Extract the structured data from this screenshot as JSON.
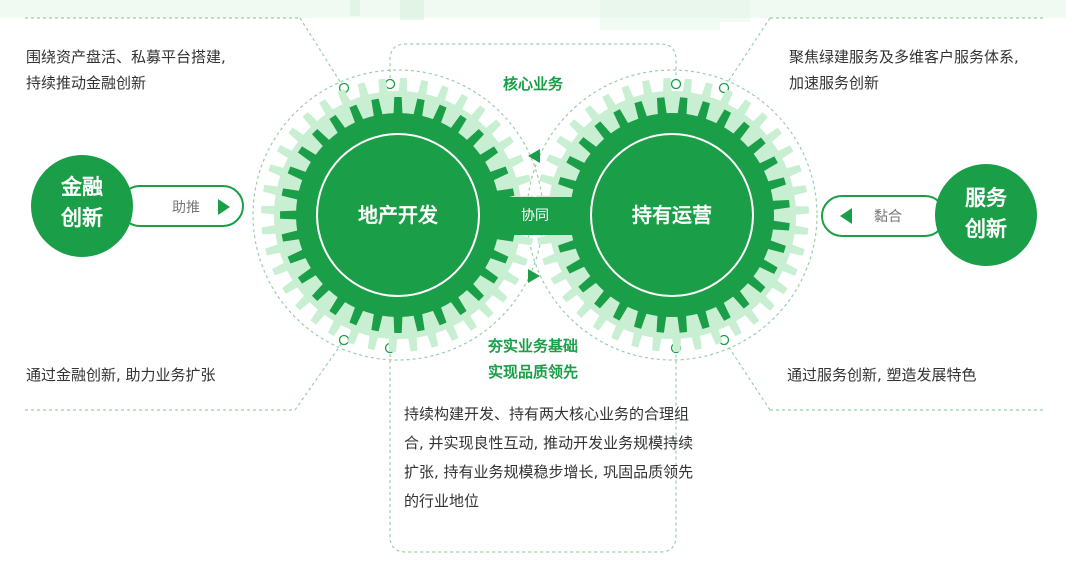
{
  "left_top_text": [
    "围绕资产盘活、私募平台搭建,",
    "持续推动金融创新"
  ],
  "left_bottom_text": "通过金融创新, 助力业务扩张",
  "right_top_text": [
    "聚焦绿建服务及多维客户服务体系,",
    "加速服务创新"
  ],
  "right_bottom_text": "通过服务创新, 塑造发展特色",
  "finance_circle": [
    "金融",
    "创新"
  ],
  "service_circle": [
    "服务",
    "创新"
  ],
  "push_label": "助推",
  "fit_label": "黏合",
  "core_business": "核心业务",
  "gear_left_label": "地产开发",
  "gear_right_label": "持有运营",
  "synergy_label": "协同",
  "foundation_label": [
    "夯实业务基础",
    "实现品质领先"
  ],
  "bottom_paragraph": "持续构建开发、持有两大核心业务的合理组合, 并实现良性互动, 推动开发业务规模持续扩张, 持有业务规模稳步增长, 巩固品质领先的行业地位",
  "colors": {
    "green": "#1b9e48",
    "light_green": "#c9efd2",
    "dashed": "#9acfa8"
  }
}
